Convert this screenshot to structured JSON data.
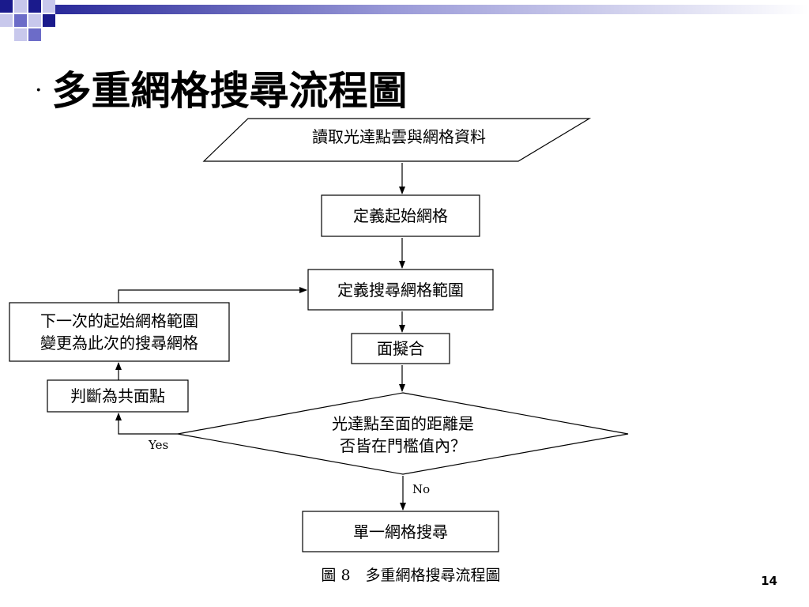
{
  "slide": {
    "title_bullet": "·",
    "title": "多重網格搜尋流程圖",
    "caption": "圖 8　多重網格搜尋流程圖",
    "page_number": "14"
  },
  "theme": {
    "accent_dark": "#1a1a8c",
    "accent_mid": "#6c6cc8",
    "accent_light": "#c8c8ec",
    "line_color": "#000000"
  },
  "flowchart": {
    "nodes": {
      "read_data": "讀取光達點雲與網格資料",
      "define_start_grid": "定義起始網格",
      "define_search_range": "定義搜尋網格範圍",
      "surface_fit": "面擬合",
      "threshold_check": "光達點至面的距離是\n否皆在門檻值內？",
      "coplanar_points": "判斷為共面點",
      "next_range": "下一次的起始網格範圍\n變更為此次的搜尋網格",
      "single_grid_search": "單一網格搜尋"
    },
    "edge_labels": {
      "yes": "Yes",
      "no": "No"
    }
  }
}
